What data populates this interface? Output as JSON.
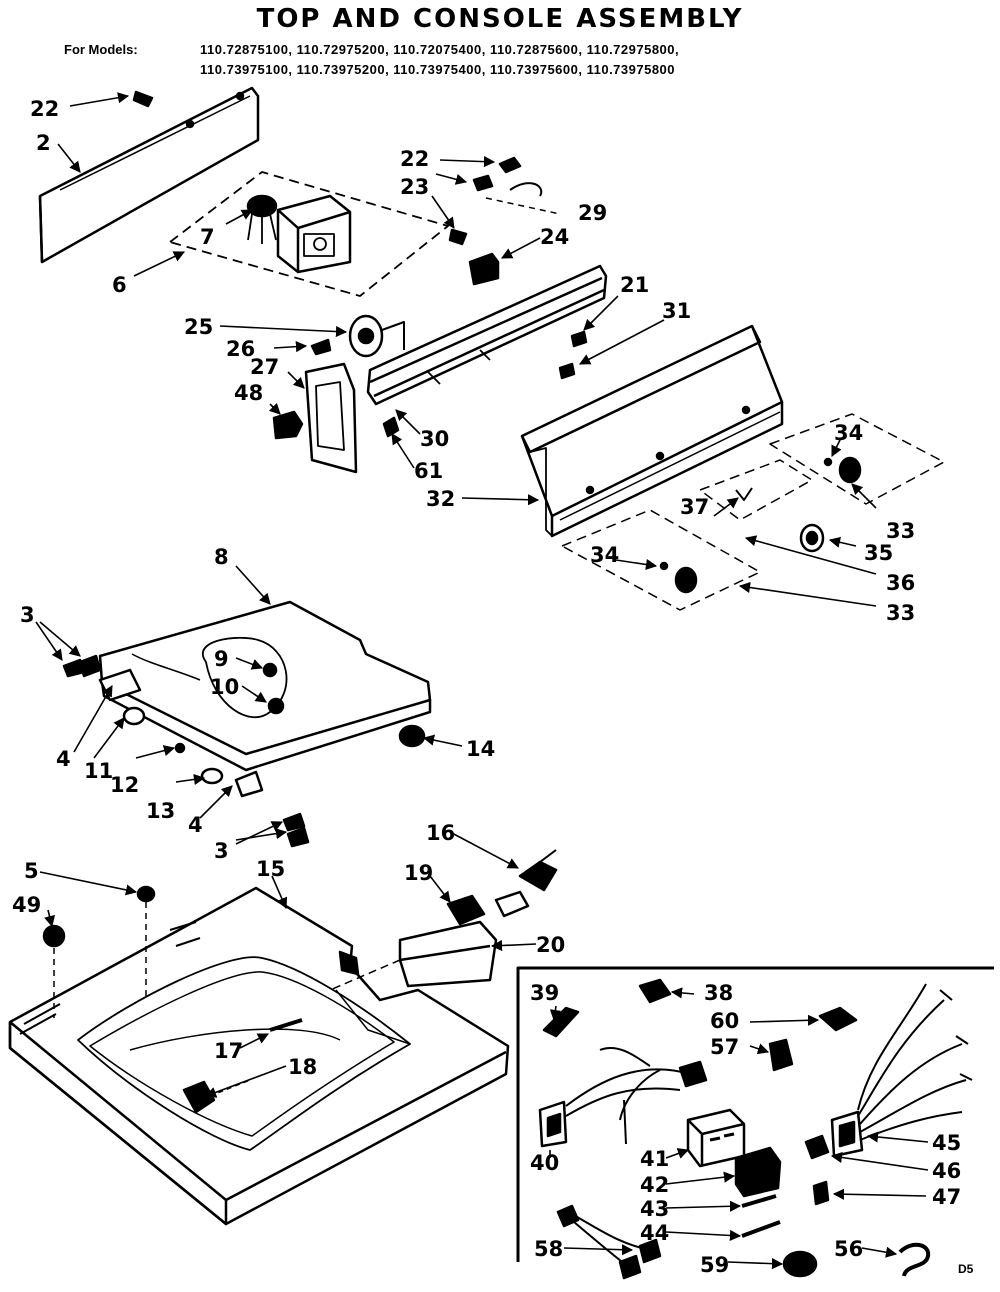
{
  "header": {
    "title": "TOP AND CONSOLE ASSEMBLY",
    "models_label": "For Models:",
    "models_line_1": "110.72875100, 110.72975200, 110.72075400, 110.72875600, 110.72975800,",
    "models_line_2": "110.73975100, 110.73975200, 110.73975400, 110.73975600, 110.73975800"
  },
  "callouts": [
    "22",
    "2",
    "22",
    "23",
    "29",
    "24",
    "7",
    "6",
    "21",
    "31",
    "25",
    "26",
    "27",
    "48",
    "30",
    "61",
    "32",
    "34",
    "33",
    "37",
    "35",
    "36",
    "34",
    "33",
    "8",
    "3",
    "9",
    "10",
    "14",
    "4",
    "11",
    "12",
    "13",
    "4",
    "3",
    "16",
    "5",
    "15",
    "19",
    "49",
    "20",
    "39",
    "38",
    "60",
    "57",
    "17",
    "18",
    "45",
    "46",
    "41",
    "40",
    "42",
    "47",
    "43",
    "44",
    "58",
    "59",
    "56"
  ],
  "footer_code": "D5"
}
